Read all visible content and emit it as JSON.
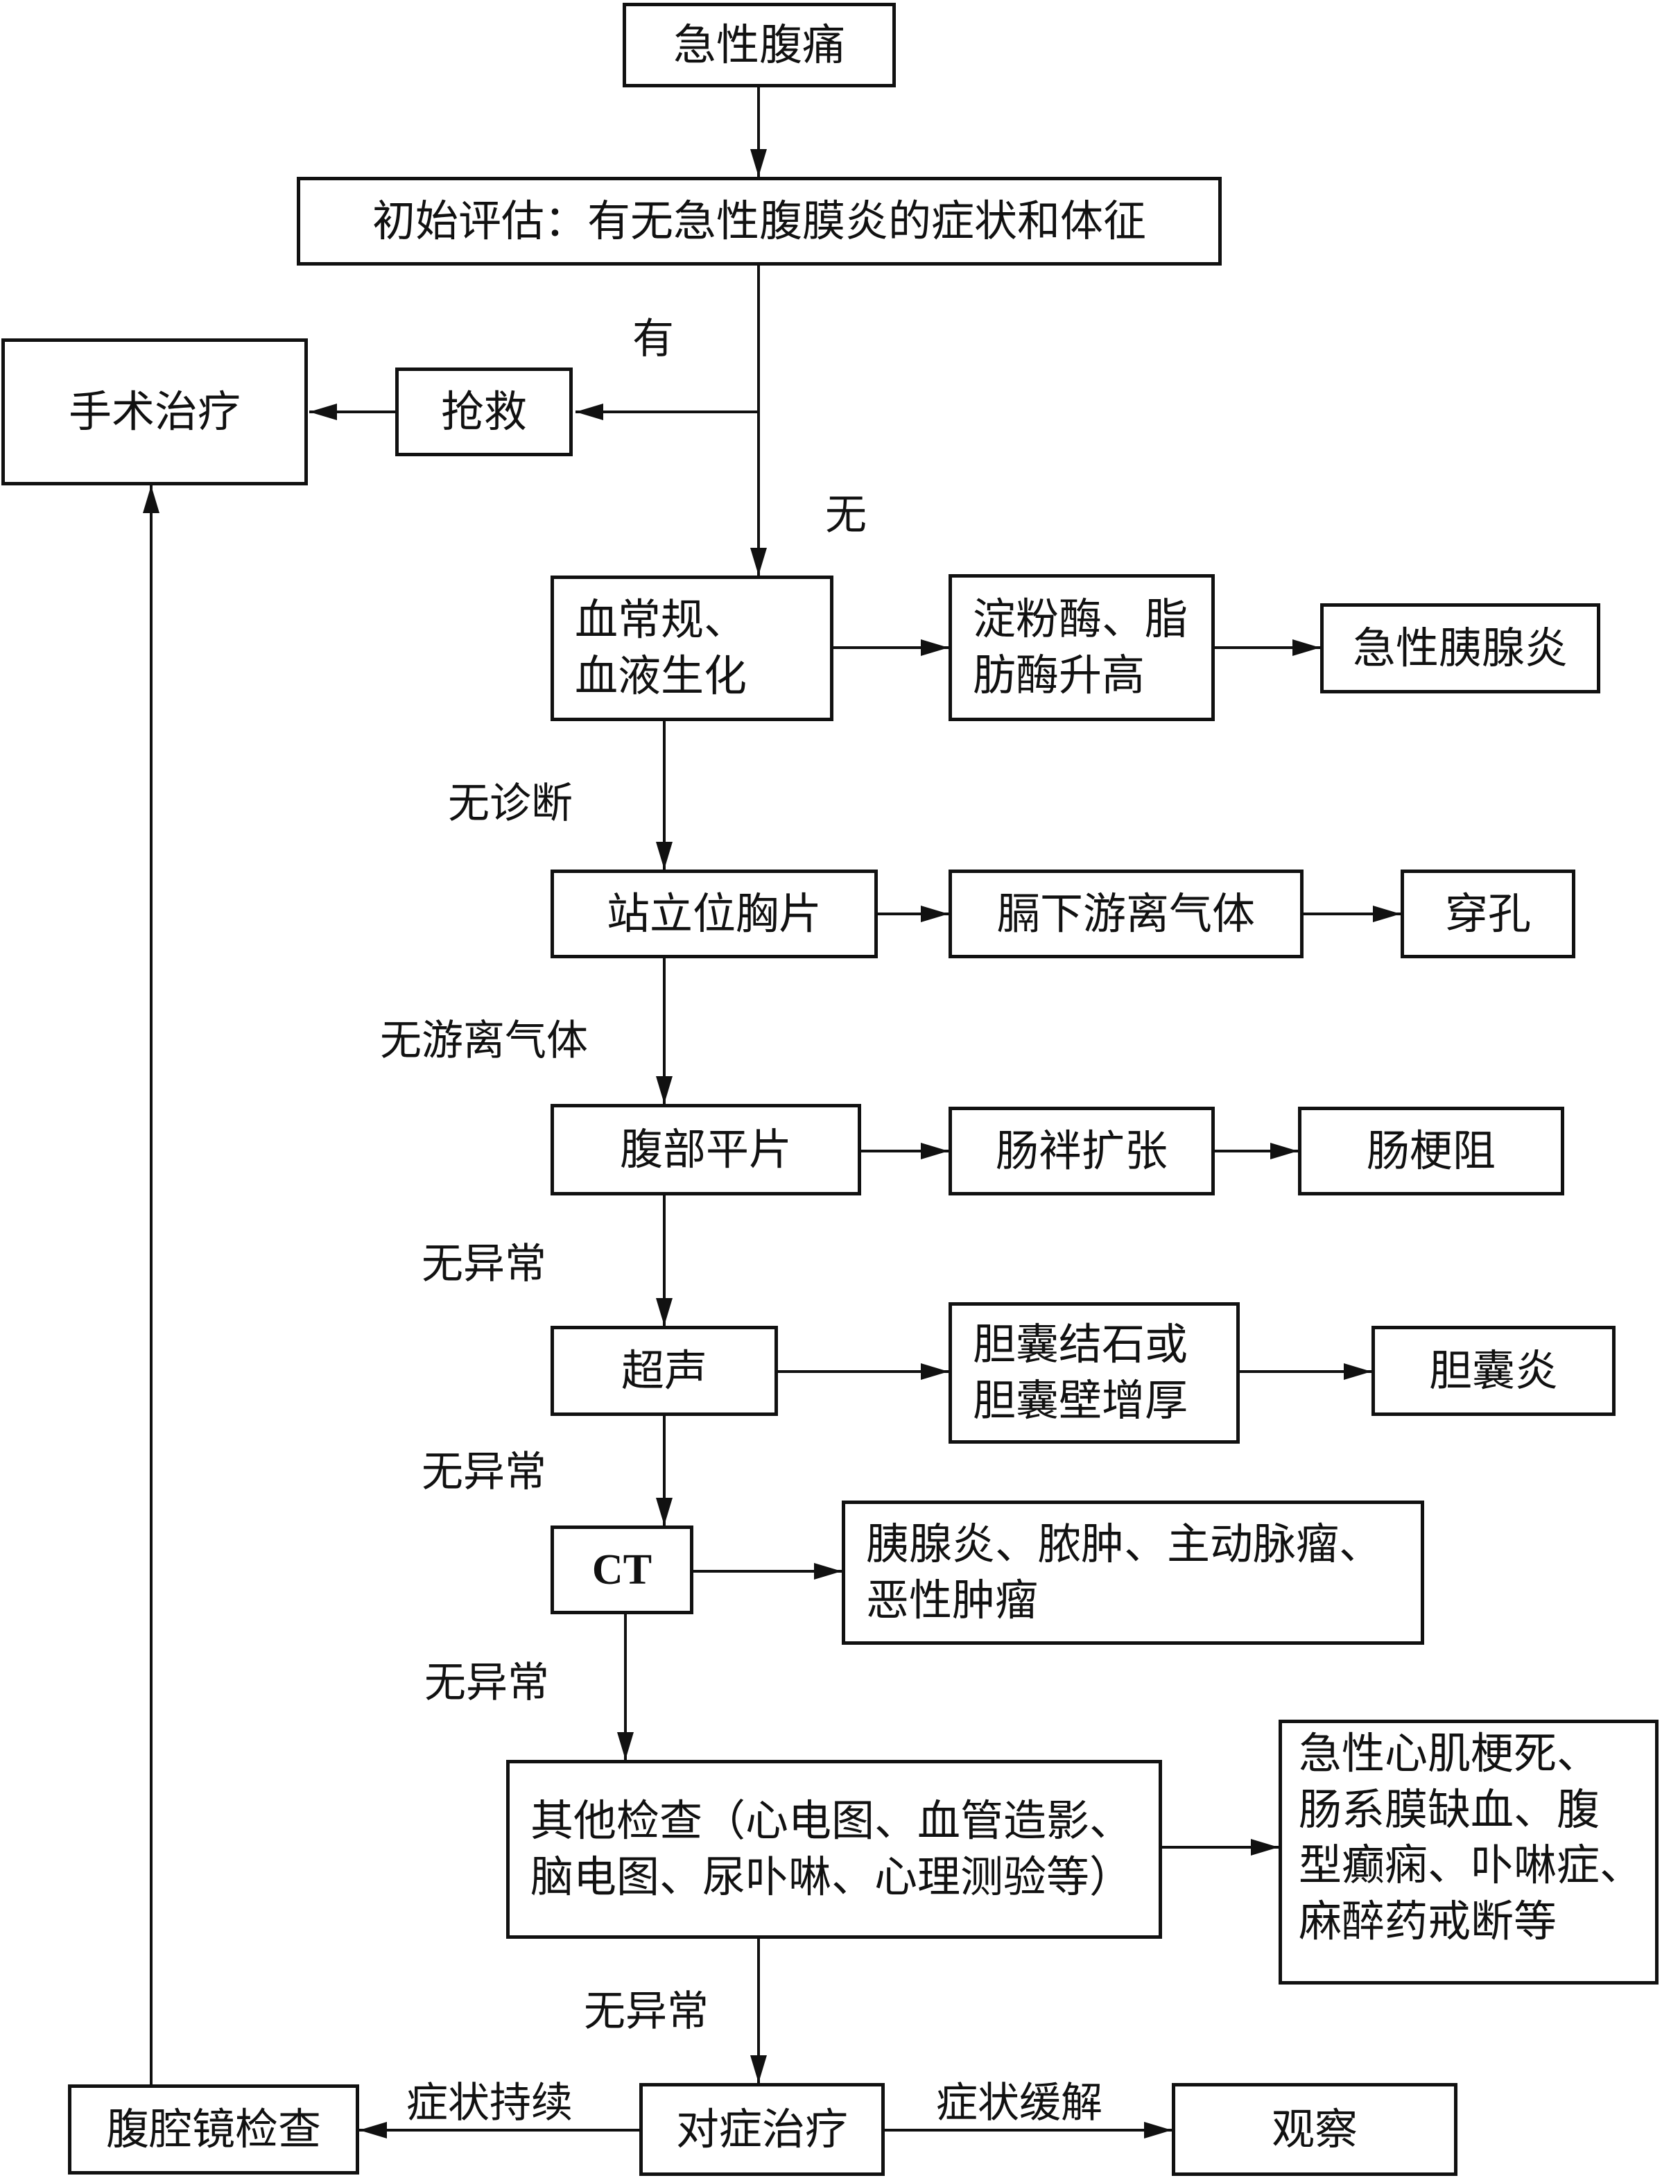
{
  "nodes": {
    "start": "急性腹痛",
    "initial": "初始评估：有无急性腹膜炎的症状和体征",
    "rescue": "抢救",
    "surgery": "手术治疗",
    "blood_tests": [
      "血常规、",
      "血液生化"
    ],
    "amylase": [
      "淀粉酶、脂",
      "肪酶升高"
    ],
    "pancreatitis": "急性胰腺炎",
    "chest_xray": "站立位胸片",
    "free_gas": "膈下游离气体",
    "perforation": "穿孔",
    "abd_xray": "腹部平片",
    "bowel_dilation": "肠袢扩张",
    "obstruction": "肠梗阻",
    "ultrasound": "超声",
    "gallstone": [
      "胆囊结石或",
      "胆囊壁增厚"
    ],
    "cholecystitis": "胆囊炎",
    "ct": "CT",
    "ct_findings": [
      "胰腺炎、脓肿、主动脉瘤、",
      "恶性肿瘤"
    ],
    "other_exams": [
      "其他检查（心电图、血管造影、",
      "脑电图、尿卟啉、心理测验等）"
    ],
    "other_findings": [
      "急性心肌梗死、",
      "肠系膜缺血、腹",
      "型癫痫、卟啉症、",
      "麻醉药戒断等"
    ],
    "symptomatic": "对症治疗",
    "laparoscopy": "腹腔镜检查",
    "observe": "观察"
  },
  "edge_labels": {
    "yes": "有",
    "no": "无",
    "no_diagnosis": "无诊断",
    "no_free_gas": "无游离气体",
    "no_abnormal_1": "无异常",
    "no_abnormal_2": "无异常",
    "no_abnormal_3": "无异常",
    "no_abnormal_4": "无异常",
    "symptoms_persist": "症状持续",
    "symptoms_relieved": "症状缓解"
  },
  "colors": {
    "stroke": "#111111",
    "background": "#ffffff"
  }
}
